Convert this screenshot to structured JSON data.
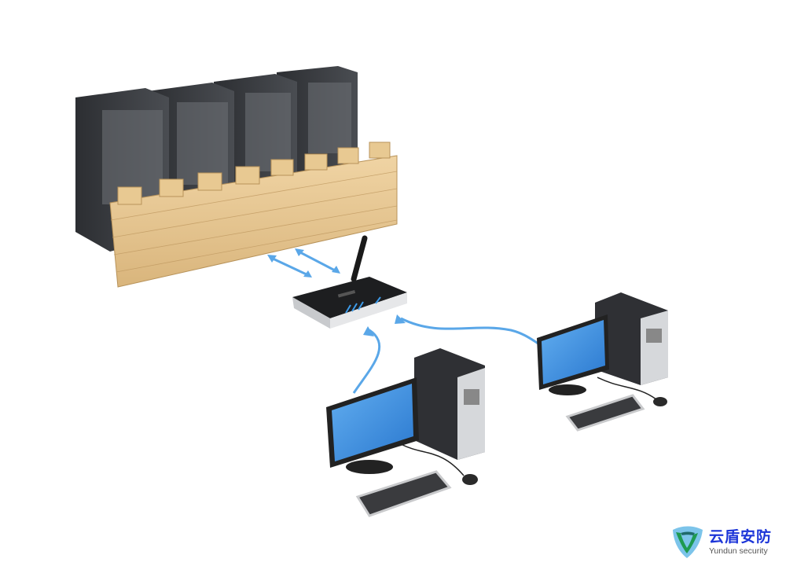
{
  "illustration": {
    "subject": "firewall-network",
    "server_count": 4,
    "workstation_count": 2,
    "colors": {
      "cable": "#5aa7e8",
      "brick": "#e6c48e",
      "server": "#3a3c40",
      "screen": "#3d8fe0"
    }
  },
  "logo": {
    "name_cn": "云盾安防",
    "name_en": "Yundun security",
    "colors": {
      "text": "#1c35d8",
      "shield_green": "#1e9a52",
      "shield_blue": "#7cc4ea"
    }
  }
}
